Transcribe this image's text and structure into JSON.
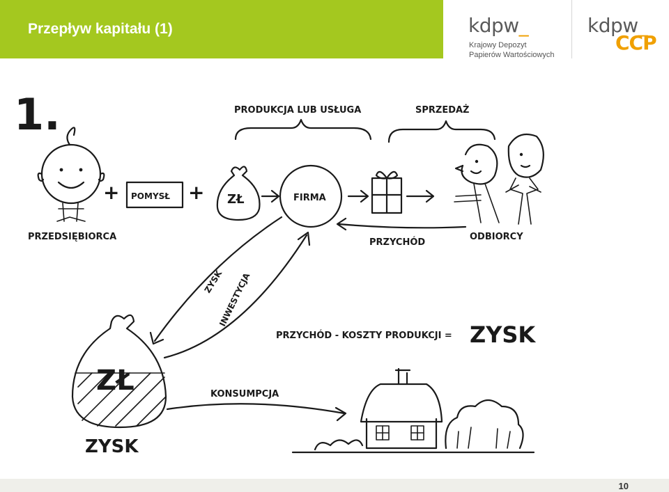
{
  "header": {
    "title": "Przepływ kapitału (1)",
    "band_color": "#a4c81f"
  },
  "logos": {
    "kdpw_text": "kdpw",
    "kdpw_underscore": "_",
    "kdpw_sub_line1": "Krajowy Depozyt",
    "kdpw_sub_line2": "Papierów Wartościowych",
    "kdpw_ccp_text": "kdpw",
    "kdpw_ccp_underscore": "_",
    "ccp_text": "CCP",
    "accent_color": "#f0a000"
  },
  "diagram": {
    "step_number": "1.",
    "produkcja_label": "PRODUKCJA LUB USŁUGA",
    "sprzedaz_label": "SPRZEDAŻ",
    "pomysl_label": "POMYSŁ",
    "plus_1": "+",
    "plus_2": "+",
    "bag_small_label": "ZŁ",
    "firma_label": "FIRMA",
    "przedsiebiorca_label": "PRZEDSIĘBIORCA",
    "odbiorcy_label": "ODBIORCY",
    "przychod_label": "PRZYCHÓD",
    "zysk_arrow_label": "ZYSK",
    "inwestycja_label": "INWESTYCJA",
    "formula_left": "PRZYCHÓD - KOSZTY PRODUKCJI =",
    "formula_right": "ZYSK",
    "bag_large_label": "ZŁ",
    "zysk_bottom_label": "ZYSK",
    "konsumpcja_label": "KONSUMPCJA"
  },
  "footer": {
    "page_number": "10"
  }
}
